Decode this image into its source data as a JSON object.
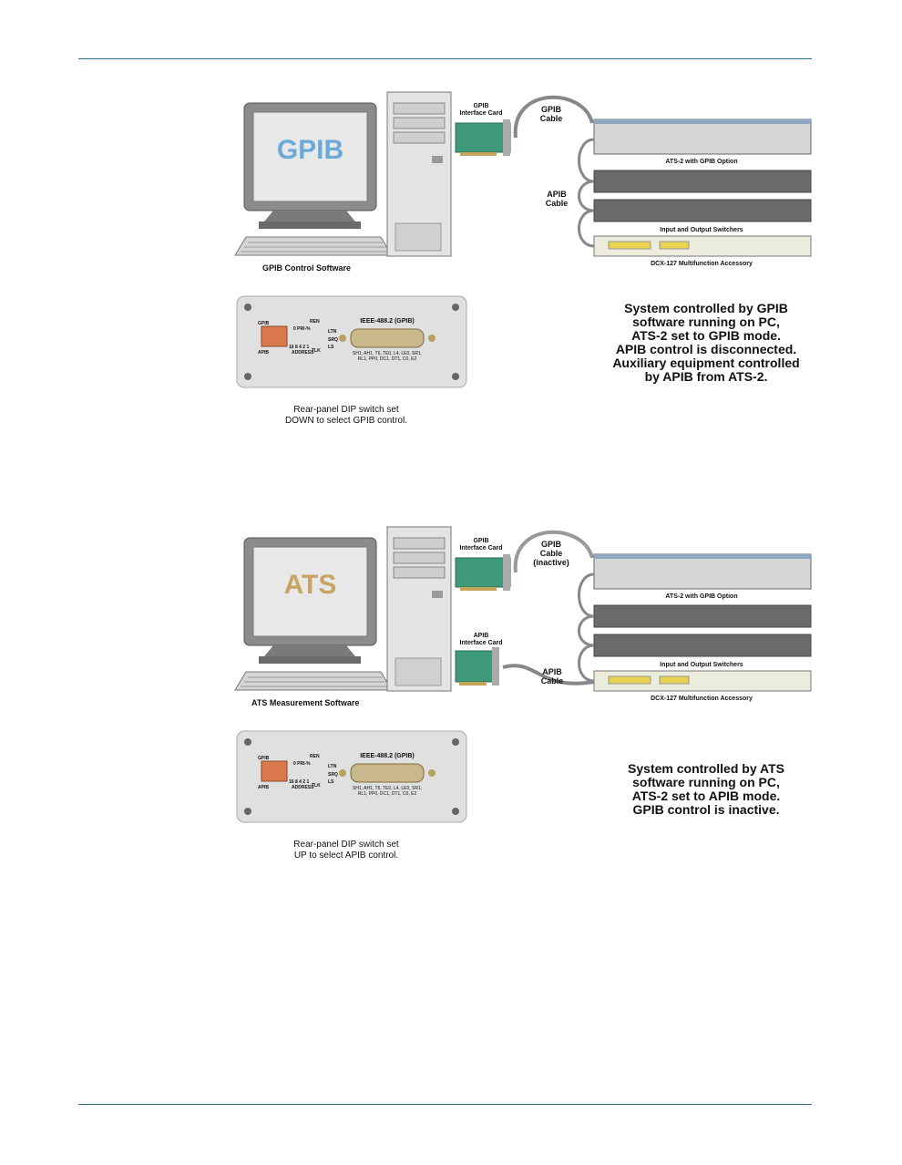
{
  "colors": {
    "rule": "#2f6f8a",
    "gpib_screen_text": "#6aaad8",
    "ats_screen_text": "#c8a464",
    "card_green": "#3f9a7a",
    "dip_orange": "#d9784a"
  },
  "diagrams": [
    {
      "screen_text": "GPIB",
      "computer_label": "GPIB Control Software",
      "gpib_card_label": "GPIB\nInterface Card",
      "gpib_cable_label": "GPIB\nCable",
      "apib_card_label": "",
      "apib_cable_label": "APIB\nCable",
      "ats2_label": "ATS-2 with GPIB Option",
      "switchers_label": "Input and Output Switchers",
      "dcx_label": "DCX-127 Multifunction Accessory",
      "panel_title": "IEEE-488.2 (GPIB)",
      "panel_sub": "SH1, AH1, T6, TE0, L4, LE0, SR1,\nRL1, PP0, DC1, DT1, C0, E2",
      "dip_top": "GPIB",
      "dip_bottom": "APIB",
      "dip_numbers": "16 8 4 2 1",
      "dip_address": "ADDRESS",
      "dip_right_label": "0 PRI-%",
      "led_labels": [
        "REN",
        "LTN",
        "SRQ",
        "TLK",
        "LS"
      ],
      "caption": "Rear-panel DIP switch set\nDOWN to select GPIB control.",
      "description": "System controlled by GPIB\nsoftware running on PC,\nATS-2 set to GPIB mode.\nAPIB control is disconnected.\nAuxiliary equipment controlled\nby APIB from ATS-2."
    },
    {
      "screen_text": "ATS",
      "computer_label": "ATS Measurement Software",
      "gpib_card_label": "GPIB\nInterface Card",
      "gpib_cable_label": "GPIB\nCable\n(inactive)",
      "apib_card_label": "APIB\nInterface Card",
      "apib_cable_label": "APIB\nCable",
      "ats2_label": "ATS-2 with GPIB Option",
      "switchers_label": "Input and Output Switchers",
      "dcx_label": "DCX-127 Multifunction Accessory",
      "panel_title": "IEEE-488.2 (GPIB)",
      "panel_sub": "SH1, AH1, T6, TE0, L4, LE0, SR1,\nRL1, PP0, DC1, DT1, C0, E2",
      "dip_top": "GPIB",
      "dip_bottom": "APIB",
      "dip_numbers": "16 8 4 2 1",
      "dip_address": "ADDRESS",
      "dip_right_label": "0 PRI-%",
      "led_labels": [
        "REN",
        "LTN",
        "SRQ",
        "TLK",
        "LS"
      ],
      "caption": "Rear-panel DIP switch set\nUP to select APIB control.",
      "description": "System controlled by ATS\nsoftware running on PC,\nATS-2 set to APIB mode.\nGPIB control is inactive."
    }
  ]
}
